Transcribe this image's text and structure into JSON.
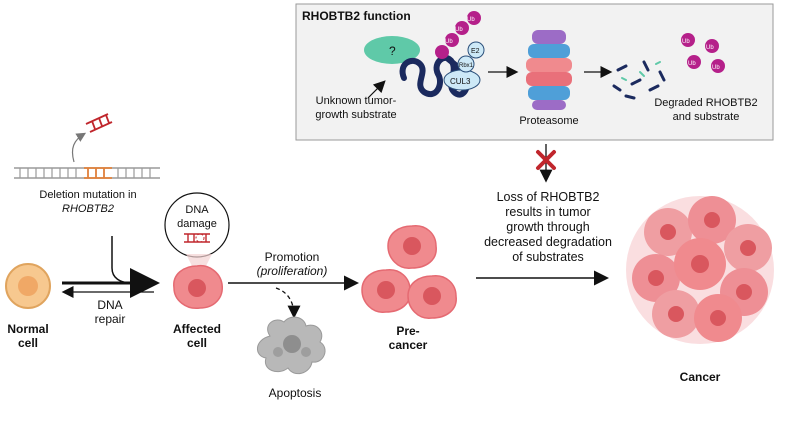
{
  "panel": {
    "title": "RHOBTB2 function",
    "unknown_label": "?",
    "e2_label": "E2",
    "rbx1_label": "Rbx1",
    "cul3_label": "CUL3",
    "ub_label": "Ub",
    "substrate_line1": "Unknown tumor-",
    "substrate_line2": "growth substrate",
    "proteasome": "Proteasome",
    "degraded_line1": "Degraded RHOBTB2",
    "degraded_line2": "and substrate"
  },
  "deletion": {
    "line1": "Deletion mutation in",
    "line2": "RHOBTB2"
  },
  "dna_damage": {
    "line1": "DNA",
    "line2": "damage"
  },
  "promotion": {
    "line1": "Promotion",
    "line2": "(proliferation)"
  },
  "dna_repair": {
    "line1": "DNA",
    "line2": "repair"
  },
  "normal_cell": {
    "line1": "Normal",
    "line2": "cell"
  },
  "affected_cell": {
    "line1": "Affected",
    "line2": "cell"
  },
  "pre_cancer": {
    "line1": "Pre-",
    "line2": "cancer"
  },
  "apoptosis": "Apoptosis",
  "loss": {
    "line1": "Loss of RHOBTB2",
    "line2": "results in tumor",
    "line3": "growth through",
    "line4": "decreased degradation",
    "line5": "of substrates"
  },
  "cancer": "Cancer",
  "colors": {
    "cell_fill": "#f08a8e",
    "cell_nucleus": "#d9575e",
    "normal_cell": "#f7c88f",
    "ub_circle": "#b5208a",
    "protein": "#1b2a5e",
    "cross": "#c0262c",
    "panel_bg": "#f2f2f2"
  }
}
